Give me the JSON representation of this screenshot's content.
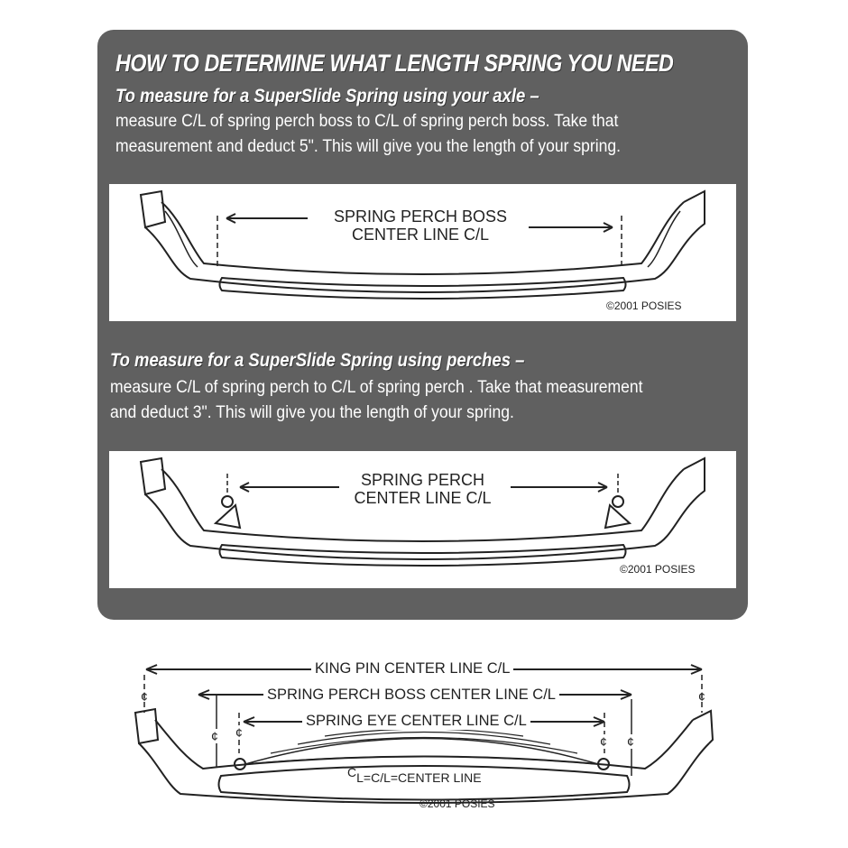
{
  "title": "HOW TO DETERMINE WHAT LENGTH SPRING YOU NEED",
  "section1": {
    "heading": "To measure for a SuperSlide Spring using your axle –",
    "lines": [
      "measure C/L of spring perch boss to C/L of spring perch boss. Take that",
      "measurement and deduct 5\". This will give you the length of your spring."
    ],
    "diagram_label": [
      "SPRING PERCH BOSS",
      "CENTER LINE C/L"
    ],
    "copyright": "©2001 POSIES"
  },
  "section2": {
    "heading": "To measure for a SuperSlide Spring using perches –",
    "lines": [
      "measure C/L of spring perch to C/L of spring perch . Take that measurement",
      "and deduct 3\". This will give you the length of your spring."
    ],
    "diagram_label": [
      "SPRING PERCH",
      "CENTER LINE C/L"
    ],
    "copyright": "©2001 POSIES"
  },
  "bottom_diagram": {
    "king_pin": "KING PIN CENTER LINE C/L",
    "perch_boss": "SPRING PERCH BOSS CENTER LINE C/L",
    "spring_eye": "SPRING EYE CENTER LINE C/L",
    "legend": "L=C/L=CENTER LINE",
    "legend_symbol": "C",
    "copyright": "©2001 POSIES",
    "cl_symbol": "¢"
  }
}
